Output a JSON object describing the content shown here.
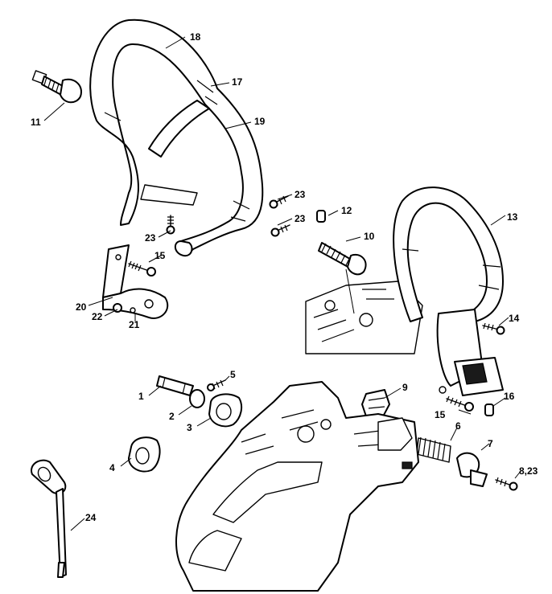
{
  "callouts": {
    "c1": "1",
    "c2": "2",
    "c3": "3",
    "c4": "4",
    "c5": "5",
    "c6": "6",
    "c7": "7",
    "c8": "8,23",
    "c9": "9",
    "c10": "10",
    "c11": "11",
    "c12": "12",
    "c13": "13",
    "c14": "14",
    "c15a": "15",
    "c15b": "15",
    "c16": "16",
    "c17": "17",
    "c18": "18",
    "c19": "19",
    "c20": "20",
    "c21": "21",
    "c22": "22",
    "c23a": "23",
    "c23b": "23",
    "c23c": "23",
    "c24": "24"
  }
}
